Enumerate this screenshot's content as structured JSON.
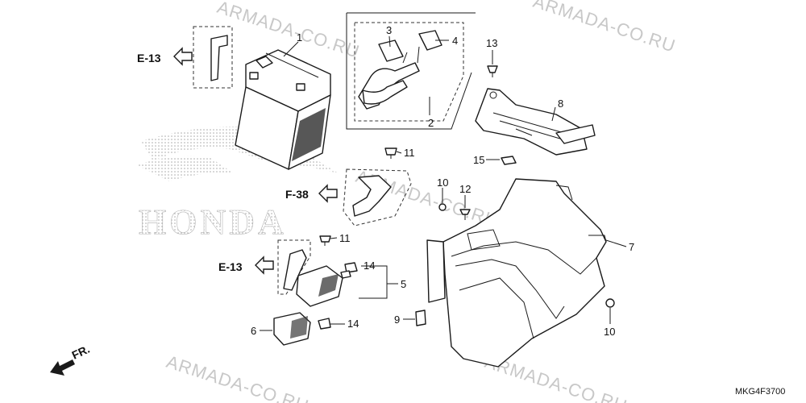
{
  "watermark": {
    "text": "ARMADA-CO.RU",
    "brand_logo": "HONDA"
  },
  "diagram_code": "MKG4F3700",
  "direction_label": "FR.",
  "reference_labels": {
    "e13_upper": "E-13",
    "e13_lower": "E-13",
    "f38": "F-38"
  },
  "callouts": {
    "c1": "1",
    "c2": "2",
    "c3": "3",
    "c4": "4",
    "c5": "5",
    "c6": "6",
    "c7": "7",
    "c8": "8",
    "c9": "9",
    "c10a": "10",
    "c10b": "10",
    "c11a": "11",
    "c11b": "11",
    "c12": "12",
    "c13": "13",
    "c14a": "14",
    "c14b": "14",
    "c15": "15"
  },
  "colors": {
    "line": "#1a1a1a",
    "watermark": "#c8c8c8",
    "background": "#ffffff"
  }
}
